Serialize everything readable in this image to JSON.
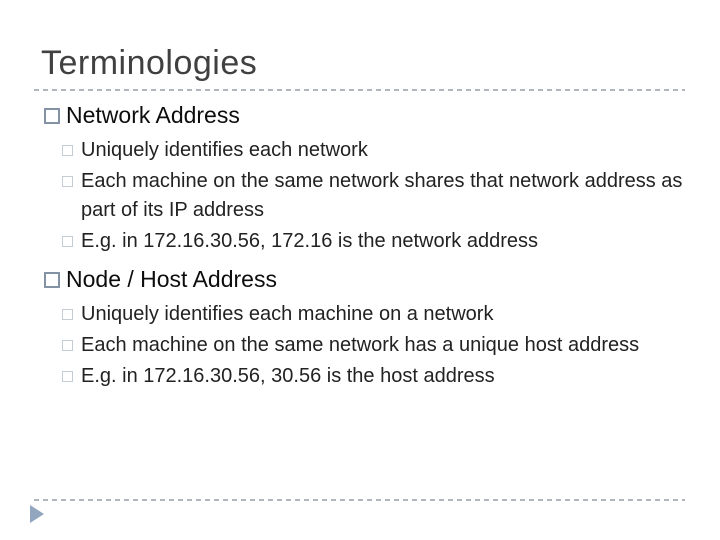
{
  "slide": {
    "title": "Terminologies",
    "sections": [
      {
        "heading": "Network Address",
        "points": [
          "Uniquely identifies each network",
          "Each machine on the same network shares that network address as part of its IP address",
          "E.g. in 172.16.30.56, 172.16 is the network address"
        ]
      },
      {
        "heading": "Node / Host Address",
        "points": [
          "Uniquely identifies each machine on a network",
          "Each machine on the same network has a unique host address",
          "E.g. in 172.16.30.56, 30.56 is the host address"
        ]
      }
    ],
    "icons": {
      "l1_bullet": "hollow-square",
      "l2_bullet": "hollow-square-small",
      "footer": "play-triangle"
    },
    "colors": {
      "background": "#ffffff",
      "title_text": "#404040",
      "heading_text": "#0d0d0d",
      "body_text": "#222222",
      "l1_bullet_border": "#8493a4",
      "l2_bullet_border": "#c4cdd6",
      "dashed_rule": "#b0b6bc",
      "footer_arrow": "#92a7bf"
    }
  }
}
